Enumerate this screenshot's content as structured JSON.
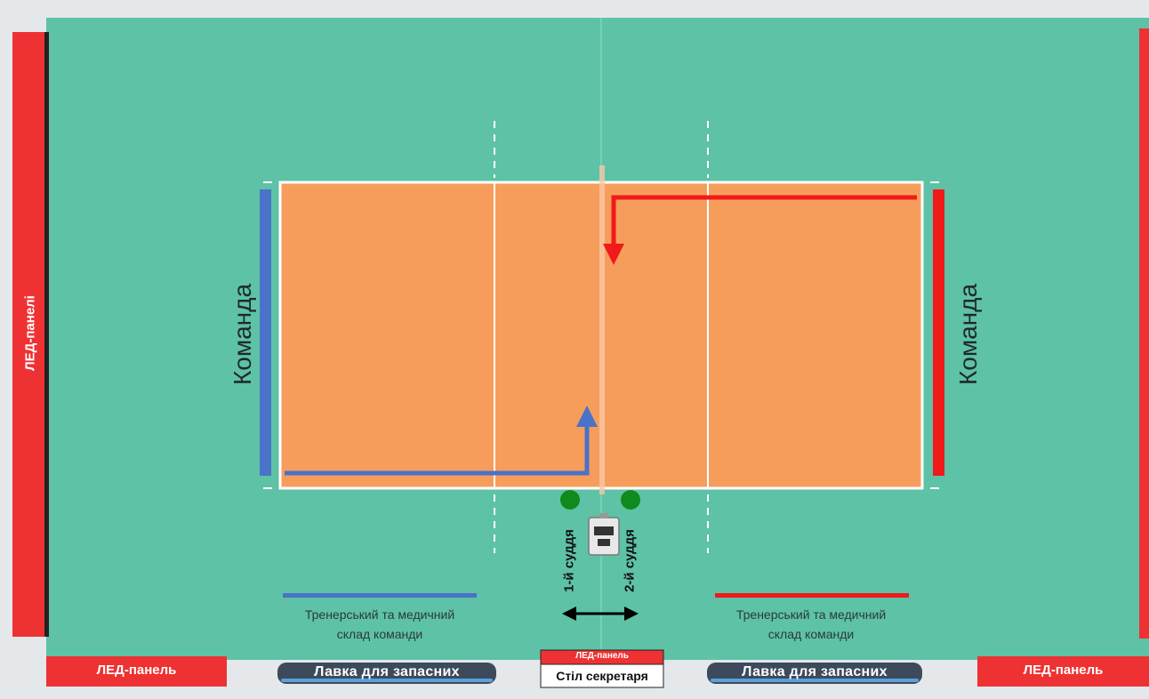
{
  "colors": {
    "floor": "#5ec2a6",
    "court": "#f79d5c",
    "led": "#ee3233",
    "team_left": "#4a72c8",
    "team_right": "#f01a1a",
    "referee": "#0f8a1c",
    "bench": "#3d4a5c"
  },
  "led": {
    "left_vertical": "ЛЕД-панелі",
    "bottom_left": "ЛЕД-панель",
    "bottom_right": "ЛЕД-панель",
    "secretary_top": "ЛЕД-панель"
  },
  "teams": {
    "left": "Команда",
    "right": "Команда"
  },
  "referees": {
    "first": "1-й суддя",
    "second": "2-й суддя"
  },
  "staff": {
    "left_line1": "Тренерський та медичний",
    "left_line2": "склад команди",
    "right_line1": "Тренерський та медичний",
    "right_line2": "склад команди"
  },
  "benches": {
    "left": "Лавка для запасних",
    "right": "Лавка для запасних"
  },
  "secretary_table": "Стіл секретаря"
}
